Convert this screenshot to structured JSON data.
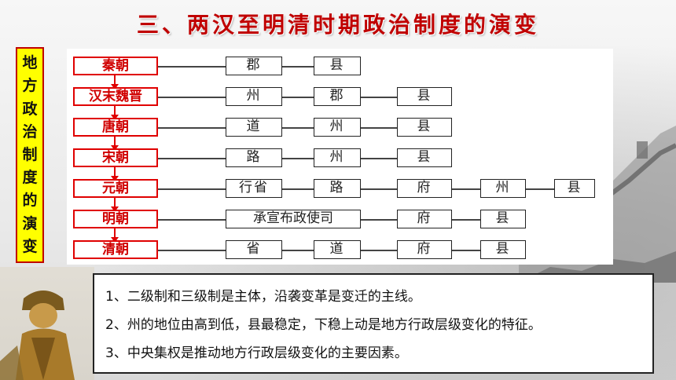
{
  "title": "三、两汉至明清时期政治制度的演变",
  "side_label": [
    "地",
    "方",
    "政",
    "治",
    "制",
    "度",
    "的",
    "演",
    "变"
  ],
  "rows": [
    {
      "dynasty": "秦朝",
      "units": [
        "郡",
        "县"
      ]
    },
    {
      "dynasty": "汉末魏晋",
      "units": [
        "州",
        "郡",
        "县"
      ]
    },
    {
      "dynasty": "唐朝",
      "units": [
        "道",
        "州",
        "县"
      ]
    },
    {
      "dynasty": "宋朝",
      "units": [
        "路",
        "州",
        "县"
      ]
    },
    {
      "dynasty": "元朝",
      "units": [
        "行省",
        "路",
        "府",
        "州",
        "县"
      ]
    },
    {
      "dynasty": "明朝",
      "units": [
        "承宣布政使司",
        "府",
        "县"
      ]
    },
    {
      "dynasty": "清朝",
      "units": [
        "省",
        "道",
        "府",
        "县"
      ]
    }
  ],
  "notes": [
    "1、二级制和三级制是主体，沿袭变革是变迁的主线。",
    "2、州的地位由高到低，县最稳定，下稳上动是地方行政层级变化的特征。",
    "3、中央集权是推动地方行政层级变化的主要因素。"
  ],
  "colors": {
    "accent": "#c00000",
    "label_bg": "#ffff00"
  }
}
